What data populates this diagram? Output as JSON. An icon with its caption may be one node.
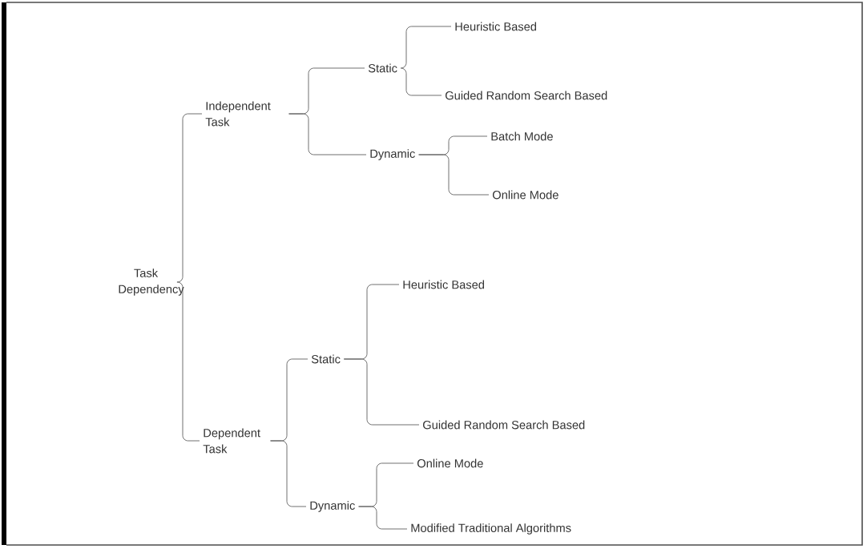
{
  "diagram": {
    "nodes": [
      {
        "text": [
          "Task Dependency"
        ]
      },
      {
        "text": [
          "Independent Task"
        ]
      },
      {
        "text": [
          "Dependent Task"
        ]
      },
      {
        "text": [
          "Static"
        ]
      },
      {
        "text": [
          "Dynamic"
        ]
      },
      {
        "text": [
          "Heuristic Based"
        ]
      },
      {
        "text": [
          "Guided Random Search Based"
        ]
      },
      {
        "text": [
          "Batch Mode"
        ]
      },
      {
        "text": [
          "Online Mode"
        ]
      },
      {
        "text": [
          "Static"
        ]
      },
      {
        "text": [
          "Dynamic"
        ]
      },
      {
        "text": [
          "Heuristic Based"
        ]
      },
      {
        "text": [
          "Guided Random Search Based"
        ]
      },
      {
        "text": [
          "Online Mode"
        ]
      },
      {
        "text": [
          "Modified Traditional Algorithms"
        ]
      }
    ],
    "edges": [
      {
        "from": 0,
        "to": 1,
        "arrow": "none"
      },
      {
        "from": 0,
        "to": 2,
        "arrow": "none"
      },
      {
        "from": 1,
        "to": 3,
        "arrow": "none"
      },
      {
        "from": 1,
        "to": 4,
        "arrow": "none"
      },
      {
        "from": 3,
        "to": 5,
        "arrow": "none"
      },
      {
        "from": 3,
        "to": 6,
        "arrow": "none"
      },
      {
        "from": 4,
        "to": 7,
        "arrow": "none"
      },
      {
        "from": 4,
        "to": 8,
        "arrow": "none"
      },
      {
        "from": 2,
        "to": 9,
        "arrow": "none"
      },
      {
        "from": 2,
        "to": 10,
        "arrow": "none"
      },
      {
        "from": 9,
        "to": 11,
        "arrow": "none"
      },
      {
        "from": 9,
        "to": 12,
        "arrow": "none"
      },
      {
        "from": 10,
        "to": 13,
        "arrow": "none"
      },
      {
        "from": 10,
        "to": 14,
        "arrow": "none"
      }
    ]
  }
}
